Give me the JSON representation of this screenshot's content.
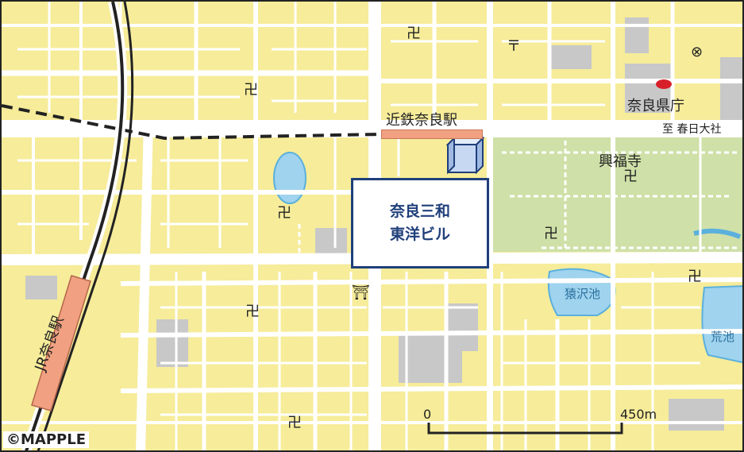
{
  "map": {
    "labels": {
      "kintetsu_station": "近鉄奈良駅",
      "nara_pref_office": "奈良県庁",
      "to_kasuga": "至 春日大社",
      "kofukuji": "興福寺",
      "sarusawa_pond": "猿沢池",
      "ara_pond": "荒池",
      "jr_station": "JR奈良駅"
    },
    "building": {
      "name_line1": "奈良三和",
      "name_line2": "東洋ビル"
    },
    "scale": {
      "start": "0",
      "end": "450m"
    },
    "copyright": "©MAPPLE",
    "symbols": {
      "temple": "卍",
      "shrine": "⛩",
      "police": "⊗",
      "post": "〒"
    },
    "colors": {
      "land": "#f6ec9a",
      "park": "#cfe0a8",
      "water": "#9fd3ee",
      "road": "#ffffff",
      "building": "#c8c8c8",
      "station": "#f1a181",
      "accent": "#1f3f7a"
    }
  }
}
